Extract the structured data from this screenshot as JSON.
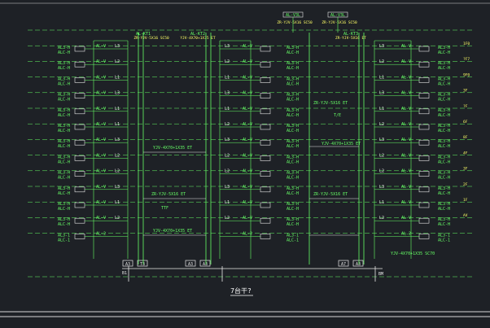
{
  "drawing": {
    "title": "7台干?",
    "colors": {
      "background": "#1e2126",
      "green": "#66ff66",
      "white": "#e8e8e8",
      "yellow": "#ffff66",
      "frame": "#d8d8d8"
    }
  },
  "floor_labels": [
    "1F0",
    "?F7",
    "9F0",
    "3F",
    "?F",
    "6F",
    "8F",
    "4F",
    "3F",
    "2F",
    "1F",
    "AV"
  ],
  "panels": [
    {
      "name": "AL-KT1",
      "cable": "ZR-YJV-5X16 SC50",
      "rows": [
        {
          "left": "AL3-H",
          "left2": "ALC-H",
          "box": "AL-V",
          "phase": "L3"
        },
        {
          "left": "AL3-H",
          "left2": "ALC-H",
          "box": "AL-V",
          "phase": "L2"
        },
        {
          "left": "AL3-H",
          "left2": "ALC-H",
          "box": "AL-V",
          "phase": "L1"
        },
        {
          "left": "AL3-H",
          "left2": "ALC-H",
          "box": "AL-V",
          "phase": "L3"
        },
        {
          "left": "AL3-H",
          "left2": "ALC-H",
          "box": "AL-V",
          "phase": "L1"
        },
        {
          "left": "AL3-H",
          "left2": "ALC-H",
          "box": "AL-V",
          "phase": "L1"
        },
        {
          "left": "AL3-H",
          "left2": "ALC-H",
          "box": "AL-V",
          "phase": "L3"
        },
        {
          "left": "AL3-H",
          "left2": "ALC-H",
          "box": "AL-V",
          "phase": "L2"
        },
        {
          "left": "AL3-H",
          "left2": "ALC-H",
          "box": "AL-V",
          "phase": "L2"
        },
        {
          "left": "AL3-H",
          "left2": "ALC-H",
          "box": "AL-V",
          "phase": "L3"
        },
        {
          "left": "AL3-H",
          "left2": "ALC-H",
          "box": "AL-V",
          "phase": "L1"
        },
        {
          "left": "AL3-H",
          "left2": "ALC-H",
          "box": "AL-V",
          "phase": "L2"
        },
        {
          "left": "AL3-1",
          "left2": "ALC-1",
          "box": "AL-2",
          "phase": ""
        }
      ],
      "bottom_tags": [
        "A3",
        "T3"
      ]
    },
    {
      "name": "AL-KT2",
      "cable": "YJV-4X70+1X35 ET",
      "rows": [
        {
          "left": "AL3-H",
          "left2": "ALC-H",
          "box": "AL-V",
          "phase": "L3"
        },
        {
          "left": "AL3-H",
          "left2": "ALC-H",
          "box": "AL-V",
          "phase": "L2"
        },
        {
          "left": "AL3-H",
          "left2": "ALC-H",
          "box": "AL-V",
          "phase": "L1"
        },
        {
          "left": "AL3-H",
          "left2": "ALC-H",
          "box": "AL-V",
          "phase": "L3"
        },
        {
          "left": "AL3-H",
          "left2": "ALC-H",
          "box": "AL-V",
          "phase": "L1"
        },
        {
          "left": "AL3-H",
          "left2": "ALC-H",
          "box": "AL-V",
          "phase": "L2"
        },
        {
          "left": "AL3-H",
          "left2": "ALC-H",
          "box": "AL-V",
          "phase": "L3"
        },
        {
          "left": "AL3-H",
          "left2": "ALC-H",
          "box": "AL-V",
          "phase": "L2"
        },
        {
          "left": "AL3-H",
          "left2": "ALC-H",
          "box": "AL-V",
          "phase": "L2"
        },
        {
          "left": "AL3-H",
          "left2": "ALC-H",
          "box": "AL-V",
          "phase": "L3"
        },
        {
          "left": "AL3-H",
          "left2": "ALC-H",
          "box": "AL-V",
          "phase": "L1"
        },
        {
          "left": "AL3-H",
          "left2": "ALC-H",
          "box": "AL-V",
          "phase": "L2"
        },
        {
          "left": "AL3-1",
          "left2": "ALC-1",
          "box": "AL-2",
          "phase": ""
        }
      ],
      "bottom_tags": [
        "A3",
        "A3"
      ]
    },
    {
      "name": "AL-KT3",
      "cable": "ZR-YJV-5X16 ET",
      "rows": [
        {
          "left": "AL3-H",
          "left2": "ALC-H",
          "box": "AL-V",
          "phase": "L3"
        },
        {
          "left": "AL3-H",
          "left2": "ALC-H",
          "box": "AL-V",
          "phase": "L2"
        },
        {
          "left": "AL3-H",
          "left2": "ALC-H",
          "box": "AL-V",
          "phase": "L1"
        },
        {
          "left": "AL3-H",
          "left2": "ALC-H",
          "box": "AL-V",
          "phase": "L3"
        },
        {
          "left": "AL3-H",
          "left2": "ALC-H",
          "box": "AL-V",
          "phase": "L1"
        },
        {
          "left": "AL3-H",
          "left2": "ALC-H",
          "box": "AL-V",
          "phase": "L2"
        },
        {
          "left": "AL3-H",
          "left2": "ALC-H",
          "box": "AL-V",
          "phase": "L3"
        },
        {
          "left": "AL3-H",
          "left2": "ALC-H",
          "box": "AL-V",
          "phase": "L2"
        },
        {
          "left": "AL3-H",
          "left2": "ALC-H",
          "box": "AL-V",
          "phase": "L2"
        },
        {
          "left": "AL3-H",
          "left2": "ALC-H",
          "box": "AL-V",
          "phase": "L3"
        },
        {
          "left": "AL3-H",
          "left2": "ALC-H",
          "box": "AL-V",
          "phase": "L1"
        },
        {
          "left": "AL3-H",
          "left2": "ALC-H",
          "box": "AL-V",
          "phase": "L2"
        },
        {
          "left": "AL3-1",
          "left2": "ALC-1",
          "box": "AL-2",
          "phase": ""
        }
      ],
      "bottom_tags": [
        "A7",
        "A3"
      ]
    }
  ],
  "top_tags": [
    {
      "name": "AL-V3L",
      "cable": "ZR-YJV-5X16 SC50"
    },
    {
      "name": "AL-V3L",
      "cable": "ZR-YJV-5X16 SC50"
    }
  ],
  "riser_notes": [
    "YJV-4X70+1X35 ET",
    "ZR-YJV-5X16 ET",
    "ZR-YJV-5X16 ET",
    "YJV-4X70+1X35 ET",
    "YJV-4X70+1X35 SC70",
    "ZR-YJV-5X16 ET",
    "YJV-4X70+1X35 ET",
    "TTF",
    "T/E"
  ],
  "bottom_left_tag": "B1",
  "bottom_right_tag": "BM"
}
